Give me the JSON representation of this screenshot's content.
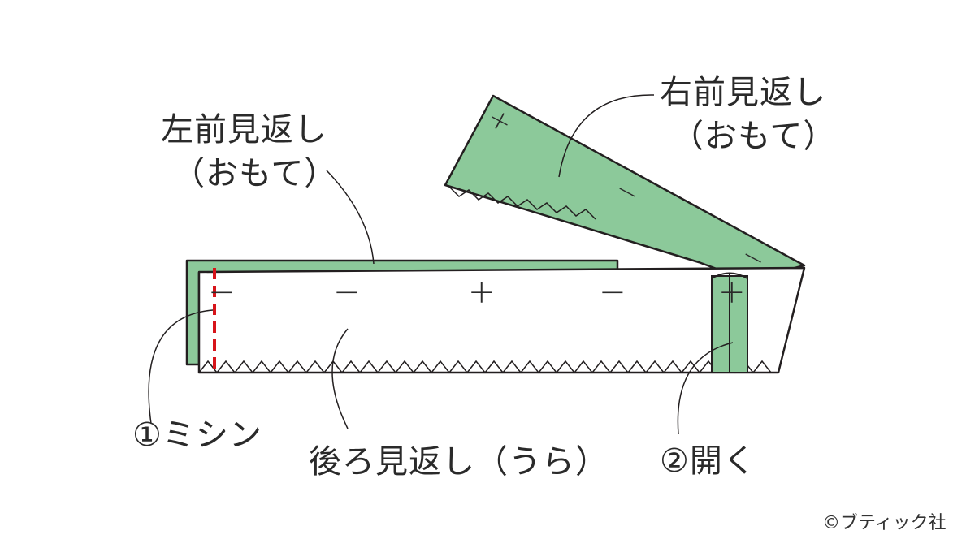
{
  "labels": {
    "left_front_facing": {
      "line1": "左前見返し",
      "line2": "（おもて）"
    },
    "right_front_facing": {
      "line1": "右前見返し",
      "line2": "（おもて）"
    },
    "step1": "①ミシン",
    "back_facing": "後ろ見返し（うら）",
    "step2": "②開く",
    "copyright": "©ブティック社"
  },
  "marks": {
    "cross": "+",
    "dash": "−"
  },
  "colors": {
    "fabric_green": "#8cc99a",
    "outline": "#231f20",
    "stitch_red": "#d7141a",
    "background": "#ffffff"
  }
}
